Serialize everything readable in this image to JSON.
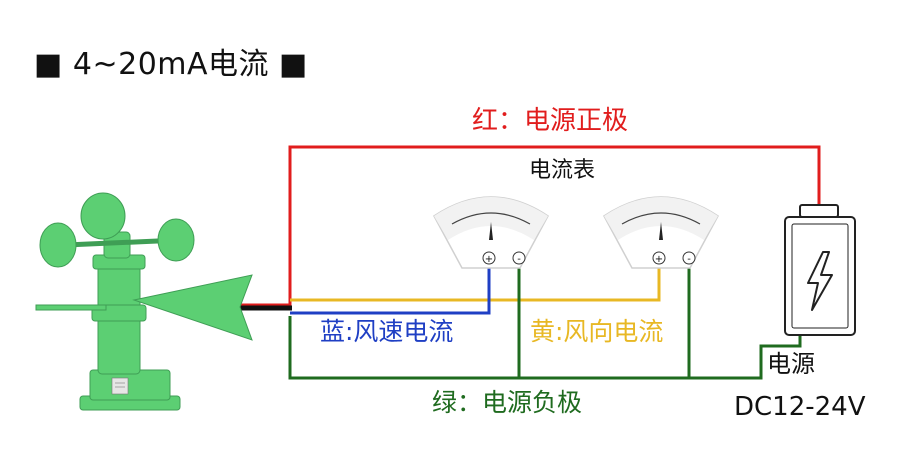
{
  "title": "■ 4~20mA电流 ■",
  "wires": {
    "red": {
      "label": "红：电源正极",
      "color": "#e11d1d"
    },
    "blue": {
      "label": "蓝:风速电流",
      "color": "#1f3fc4"
    },
    "yellow": {
      "label": "黄:风向电流",
      "color": "#e8b824"
    },
    "green": {
      "label": "绿：电源负极",
      "color": "#1f6b1f"
    }
  },
  "meter": {
    "title": "电流表",
    "plus": "+",
    "minus": "-"
  },
  "power_supply": {
    "label": "电源",
    "voltage": "DC12-24V"
  },
  "colors": {
    "device_green": "#5ccf73",
    "cable_black": "#111111"
  }
}
